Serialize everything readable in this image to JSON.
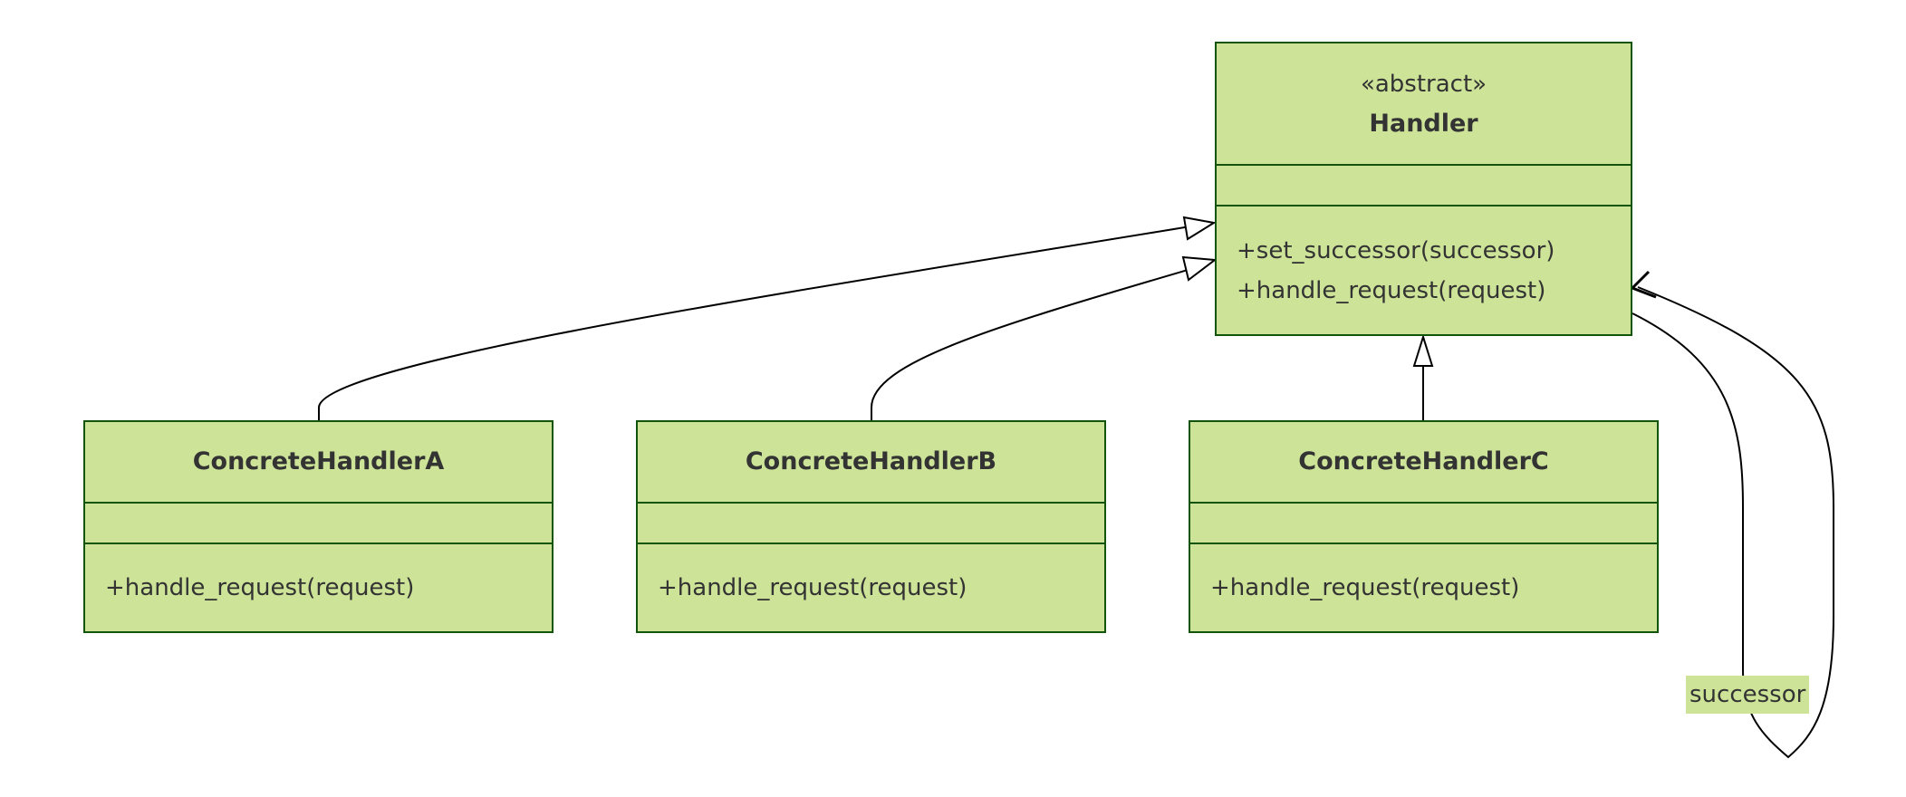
{
  "colors": {
    "class_fill": "#cde498",
    "class_border": "#13540c",
    "text": "#333333",
    "edge": "#000000"
  },
  "classes": {
    "handler": {
      "stereotype": "«abstract»",
      "name": "Handler",
      "methods": [
        "+set_successor(successor)",
        "+handle_request(request)"
      ]
    },
    "concrete_a": {
      "name": "ConcreteHandlerA",
      "methods": [
        "+handle_request(request)"
      ]
    },
    "concrete_b": {
      "name": "ConcreteHandlerB",
      "methods": [
        "+handle_request(request)"
      ]
    },
    "concrete_c": {
      "name": "ConcreteHandlerC",
      "methods": [
        "+handle_request(request)"
      ]
    }
  },
  "relations": {
    "successor_label": "successor"
  }
}
